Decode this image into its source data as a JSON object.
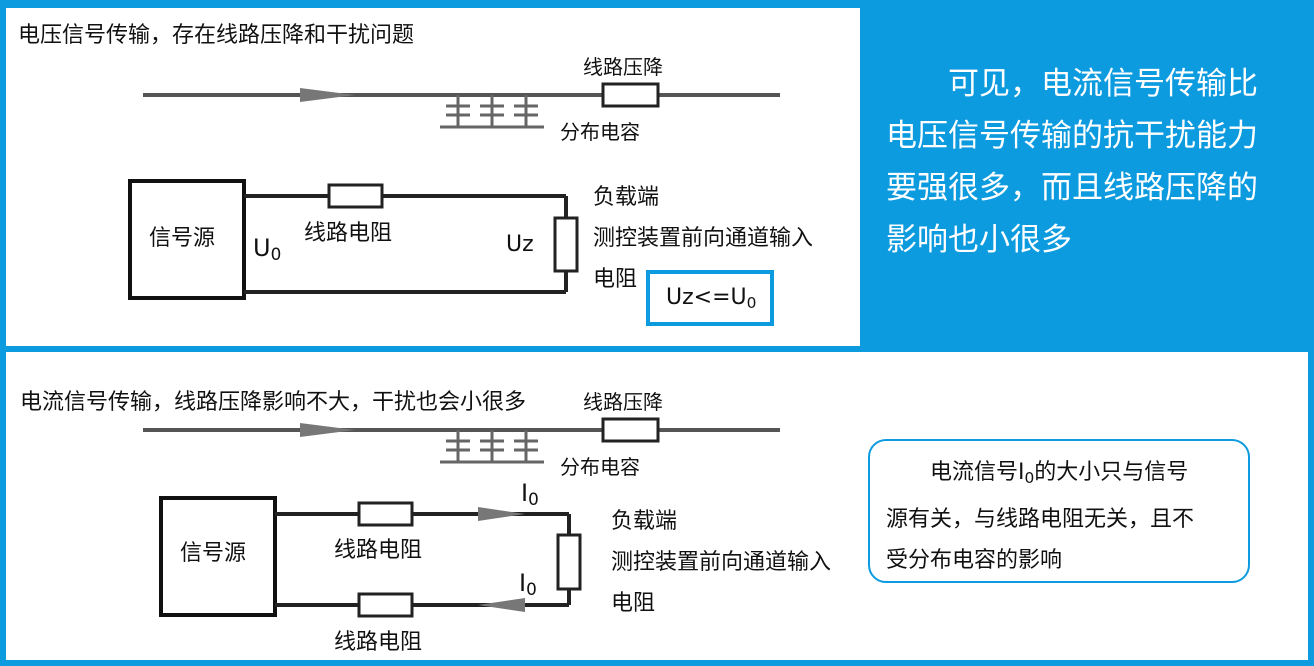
{
  "top": {
    "heading": "电压信号传输，存在线路压降和干扰问题",
    "line_drop_label": "线路压降",
    "capacitance_label": "分布电容",
    "source_label": "信号源",
    "u0_symbol": "U",
    "u0_sub": "0",
    "line_resistance_label": "线路电阻",
    "uz_label": "Uz",
    "load_lines": [
      "负载端",
      "测控装置前向通道输入",
      "电阻"
    ],
    "formula_main": "Uz<=U",
    "formula_sub": "0"
  },
  "callout": {
    "lines": [
      "　　可见，电流信号传输比",
      "电压信号传输的抗干扰能力",
      "要强很多，而且线路压降的",
      "影响也小很多"
    ]
  },
  "bottom": {
    "heading": "电流信号传输，线路压降影响不大，干扰也会小很多",
    "line_drop_label": "线路压降",
    "capacitance_label": "分布电容",
    "source_label": "信号源",
    "line_resistance_top": "线路电阻",
    "line_resistance_bottom": "线路电阻",
    "i0_symbol": "I",
    "i0_sub": "0",
    "load_lines": [
      "负载端",
      "测控装置前向通道输入",
      "电阻"
    ]
  },
  "note": {
    "line1_pre": "　　电流信号I",
    "line1_sub": "0",
    "line1_post": "的大小只与信号",
    "line2": "源有关，与线路电阻无关，且不",
    "line3": "受分布电容的影响"
  }
}
